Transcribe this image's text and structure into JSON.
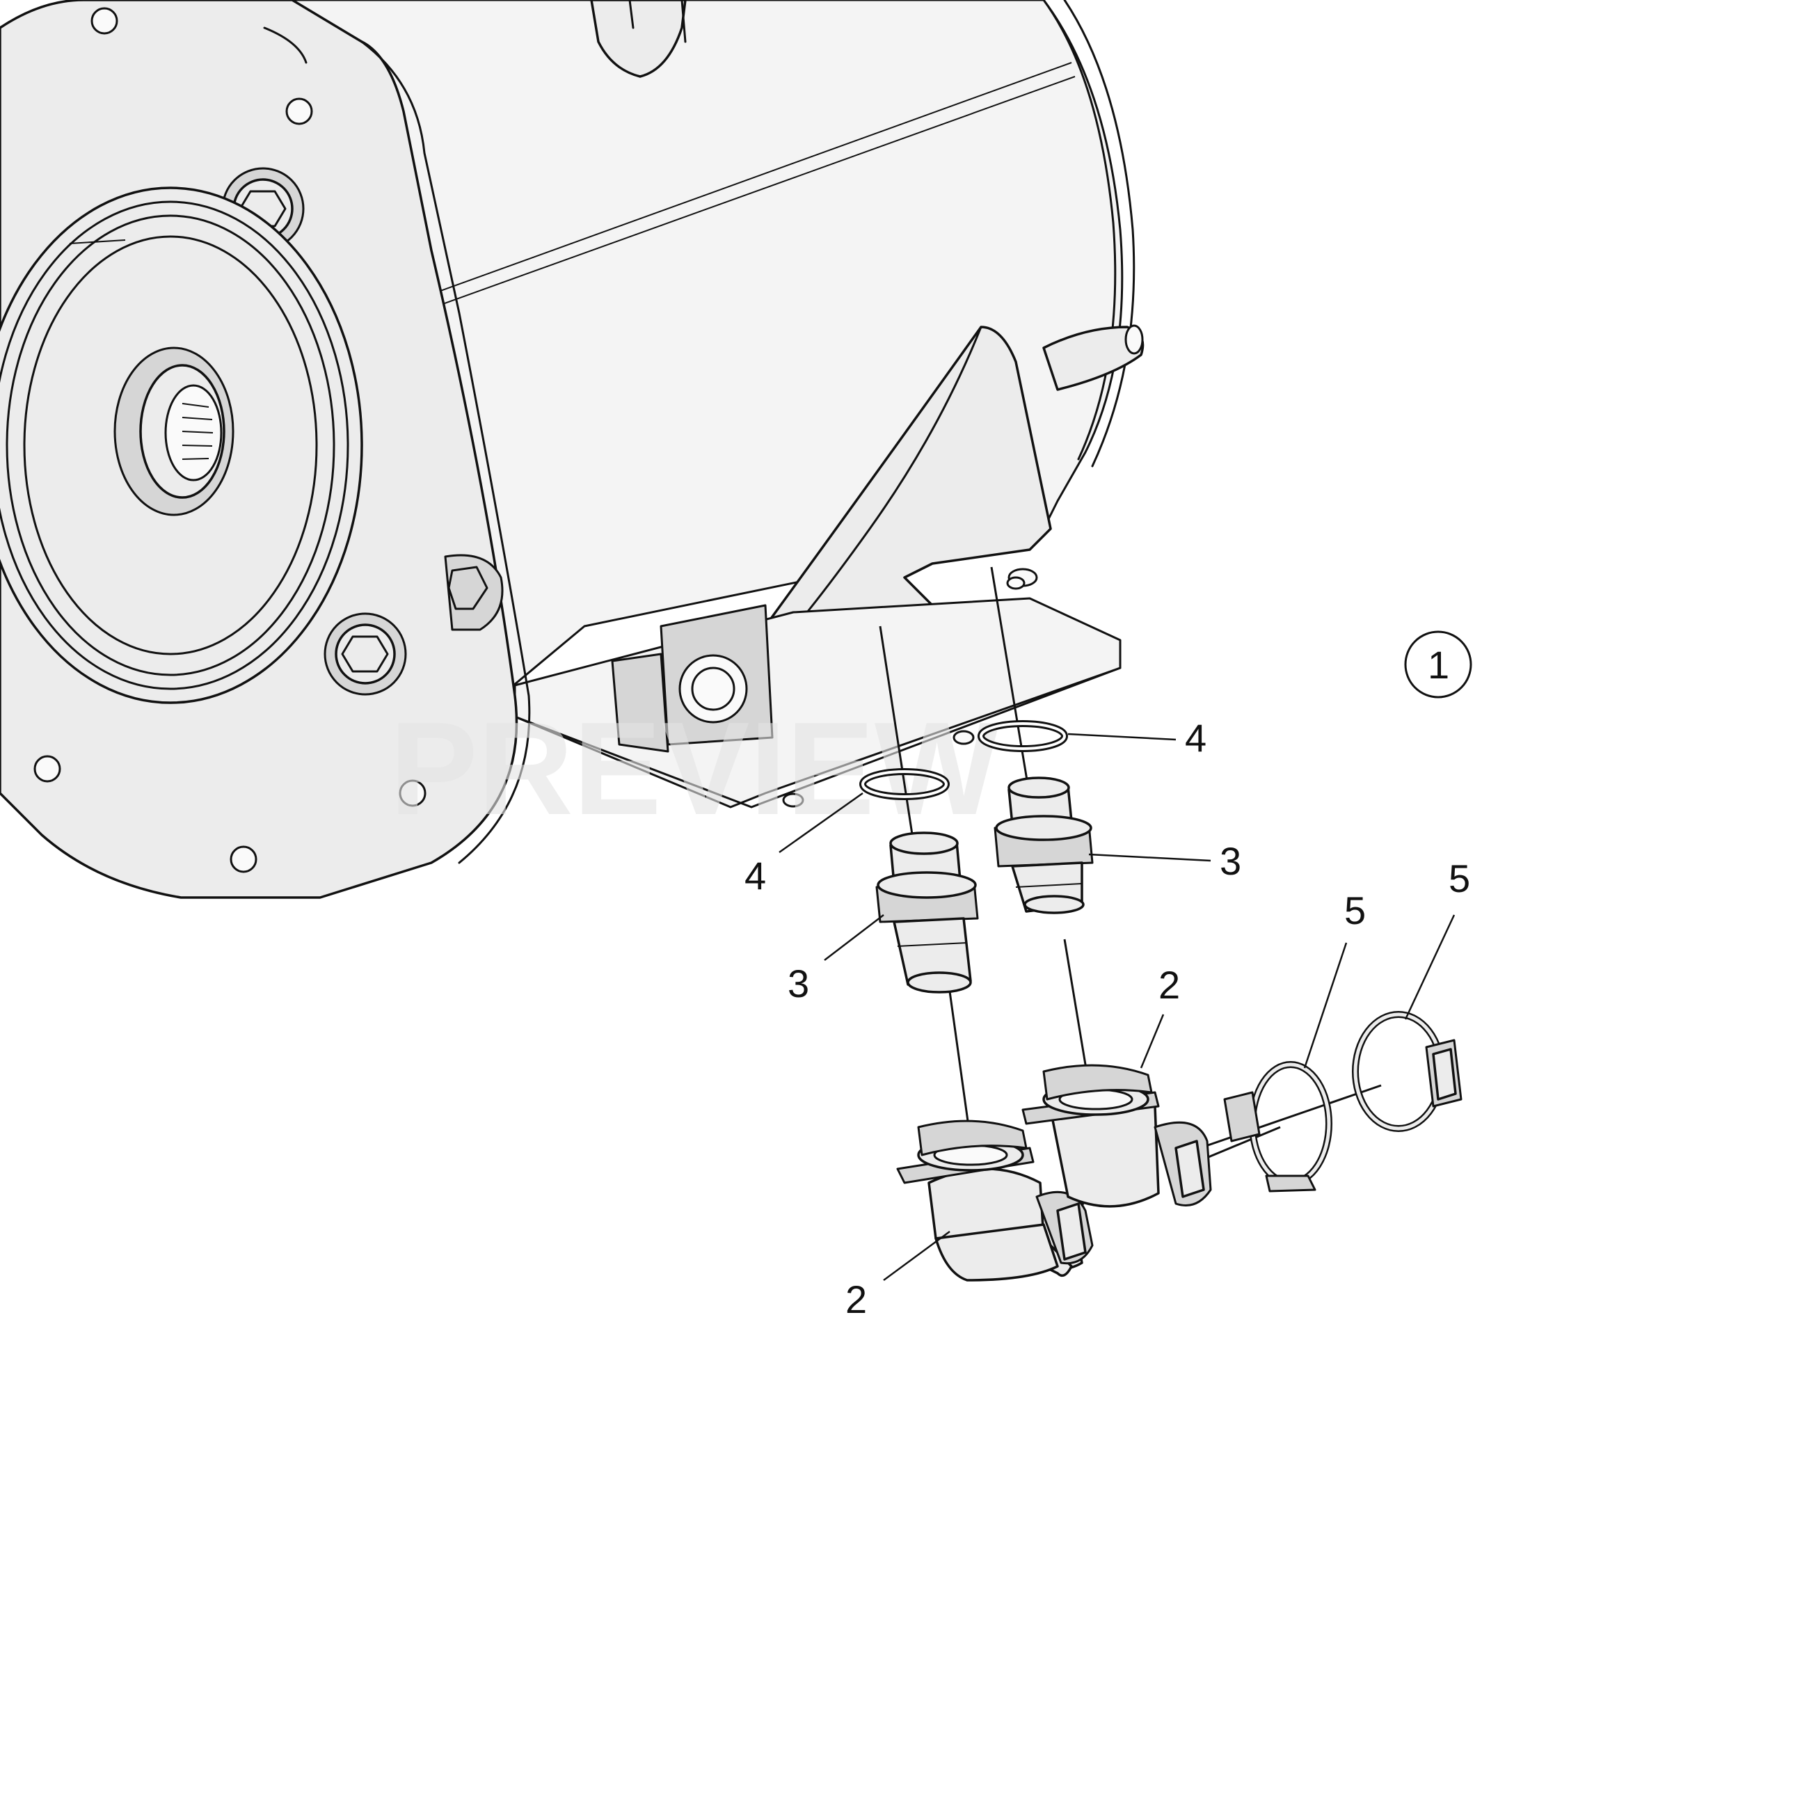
{
  "figure": {
    "callouts": [
      {
        "id": "c4a",
        "label": "4"
      },
      {
        "id": "c4b",
        "label": "4"
      },
      {
        "id": "c3a",
        "label": "3"
      },
      {
        "id": "c3b",
        "label": "3"
      },
      {
        "id": "c5a",
        "label": "5"
      },
      {
        "id": "c5b",
        "label": "5"
      },
      {
        "id": "c2a",
        "label": "2"
      },
      {
        "id": "c2b",
        "label": "2"
      }
    ],
    "circled_item": {
      "label": "1"
    }
  },
  "colors": {
    "line": "#111111",
    "part_fill": "#ececec",
    "background": "#ffffff"
  }
}
